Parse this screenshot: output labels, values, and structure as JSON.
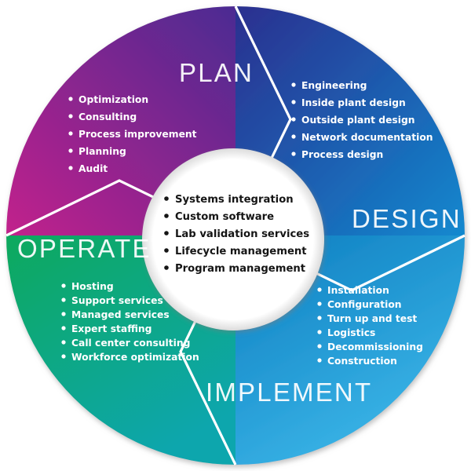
{
  "diagram": {
    "title": "Lifecycle services wheel",
    "type": "circular-four-quadrant",
    "center": {
      "name": "center-hub",
      "items": [
        "Systems integration",
        "Custom software",
        "Lab validation services",
        "Lifecycle management",
        "Program management"
      ]
    },
    "segments": [
      {
        "id": "plan",
        "label": "PLAN",
        "color_from": "#c2208c",
        "color_to": "#5b2d91",
        "items": [
          "Optimization",
          "Consulting",
          "Process improvement",
          "Planning",
          "Audit"
        ]
      },
      {
        "id": "design",
        "label": "DESIGN",
        "color_from": "#2b3b95",
        "color_to": "#0e83c8",
        "items": [
          "Engineering",
          "Inside plant design",
          "Outside plant design",
          "Network documentation",
          "Process design"
        ]
      },
      {
        "id": "implement",
        "label": "IMPLEMENT",
        "color_from": "#0f7ec0",
        "color_to": "#36b3e5",
        "items": [
          "Installation",
          "Configuration",
          "Turn up and test",
          "Logistics",
          "Decommissioning",
          "Construction"
        ]
      },
      {
        "id": "operate",
        "label": "OPERATE",
        "color_from": "#0fa85f",
        "color_to": "#0ba7ab",
        "items": [
          "Hosting",
          "Support services",
          "Managed services",
          "Expert staffing",
          "Call center consulting",
          "Workforce optimization"
        ]
      }
    ]
  }
}
